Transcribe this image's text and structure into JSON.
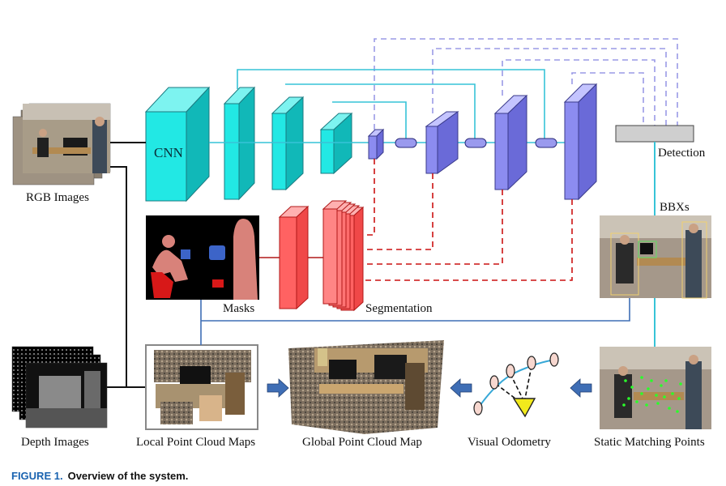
{
  "labels": {
    "cnn": "CNN",
    "rgb_images": "RGB Images",
    "detection": "Detection",
    "bbxs": "BBXs",
    "masks": "Masks",
    "segmentation": "Segmentation",
    "depth_images": "Depth Images",
    "local_point_cloud_maps": "Local Point Cloud Maps",
    "global_point_cloud_map": "Global Point Cloud Map",
    "visual_odometry": "Visual Odometry",
    "static_matching_points": "Static Matching Points"
  },
  "caption": {
    "figure_label": "FIGURE 1.",
    "text": "Overview of the system."
  },
  "colors": {
    "encoder": "#1de9e4",
    "decoder": "#8c8cf0",
    "segmentation_head": "#ff5a5a",
    "skip_line": "#37c3d7",
    "dashed_blue": "#9a9ae6",
    "dashed_red": "#cc1111",
    "flow_arrow": "#3f6eb5",
    "vo_marker": "#f2ea1c"
  }
}
